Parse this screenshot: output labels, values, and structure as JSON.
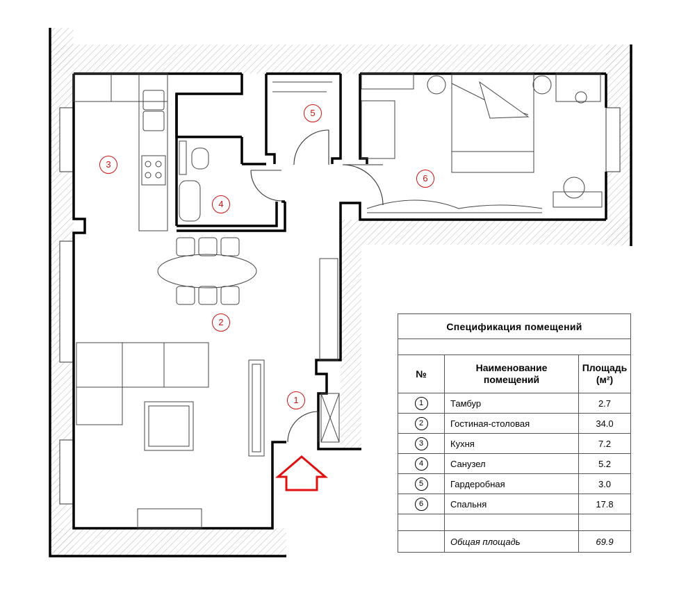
{
  "plan": {
    "entrance_arrow_color": "#e01010",
    "room_label_color": "#d11111",
    "room_tags": [
      {
        "id": "tag-1",
        "label": "1"
      },
      {
        "id": "tag-2",
        "label": "2"
      },
      {
        "id": "tag-3",
        "label": "3"
      },
      {
        "id": "tag-4",
        "label": "4"
      },
      {
        "id": "tag-5",
        "label": "5"
      },
      {
        "id": "tag-6",
        "label": "6"
      }
    ]
  },
  "table": {
    "title": "Спецификация  помещений",
    "header": {
      "num": "№",
      "name_line1": "Наименование",
      "name_line2": "помещений",
      "area_line1": "Площадь",
      "area_line2": "(м²)"
    },
    "rows": [
      {
        "num": "1",
        "name": "Тамбур",
        "area": "2.7"
      },
      {
        "num": "2",
        "name": "Гостиная-столовая",
        "area": "34.0"
      },
      {
        "num": "3",
        "name": "Кухня",
        "area": "7.2"
      },
      {
        "num": "4",
        "name": "Санузел",
        "area": "5.2"
      },
      {
        "num": "5",
        "name": "Гардеробная",
        "area": "3.0"
      },
      {
        "num": "6",
        "name": "Спальня",
        "area": "17.8"
      }
    ],
    "total_label": "Общая площадь",
    "total_value": "69.9"
  }
}
